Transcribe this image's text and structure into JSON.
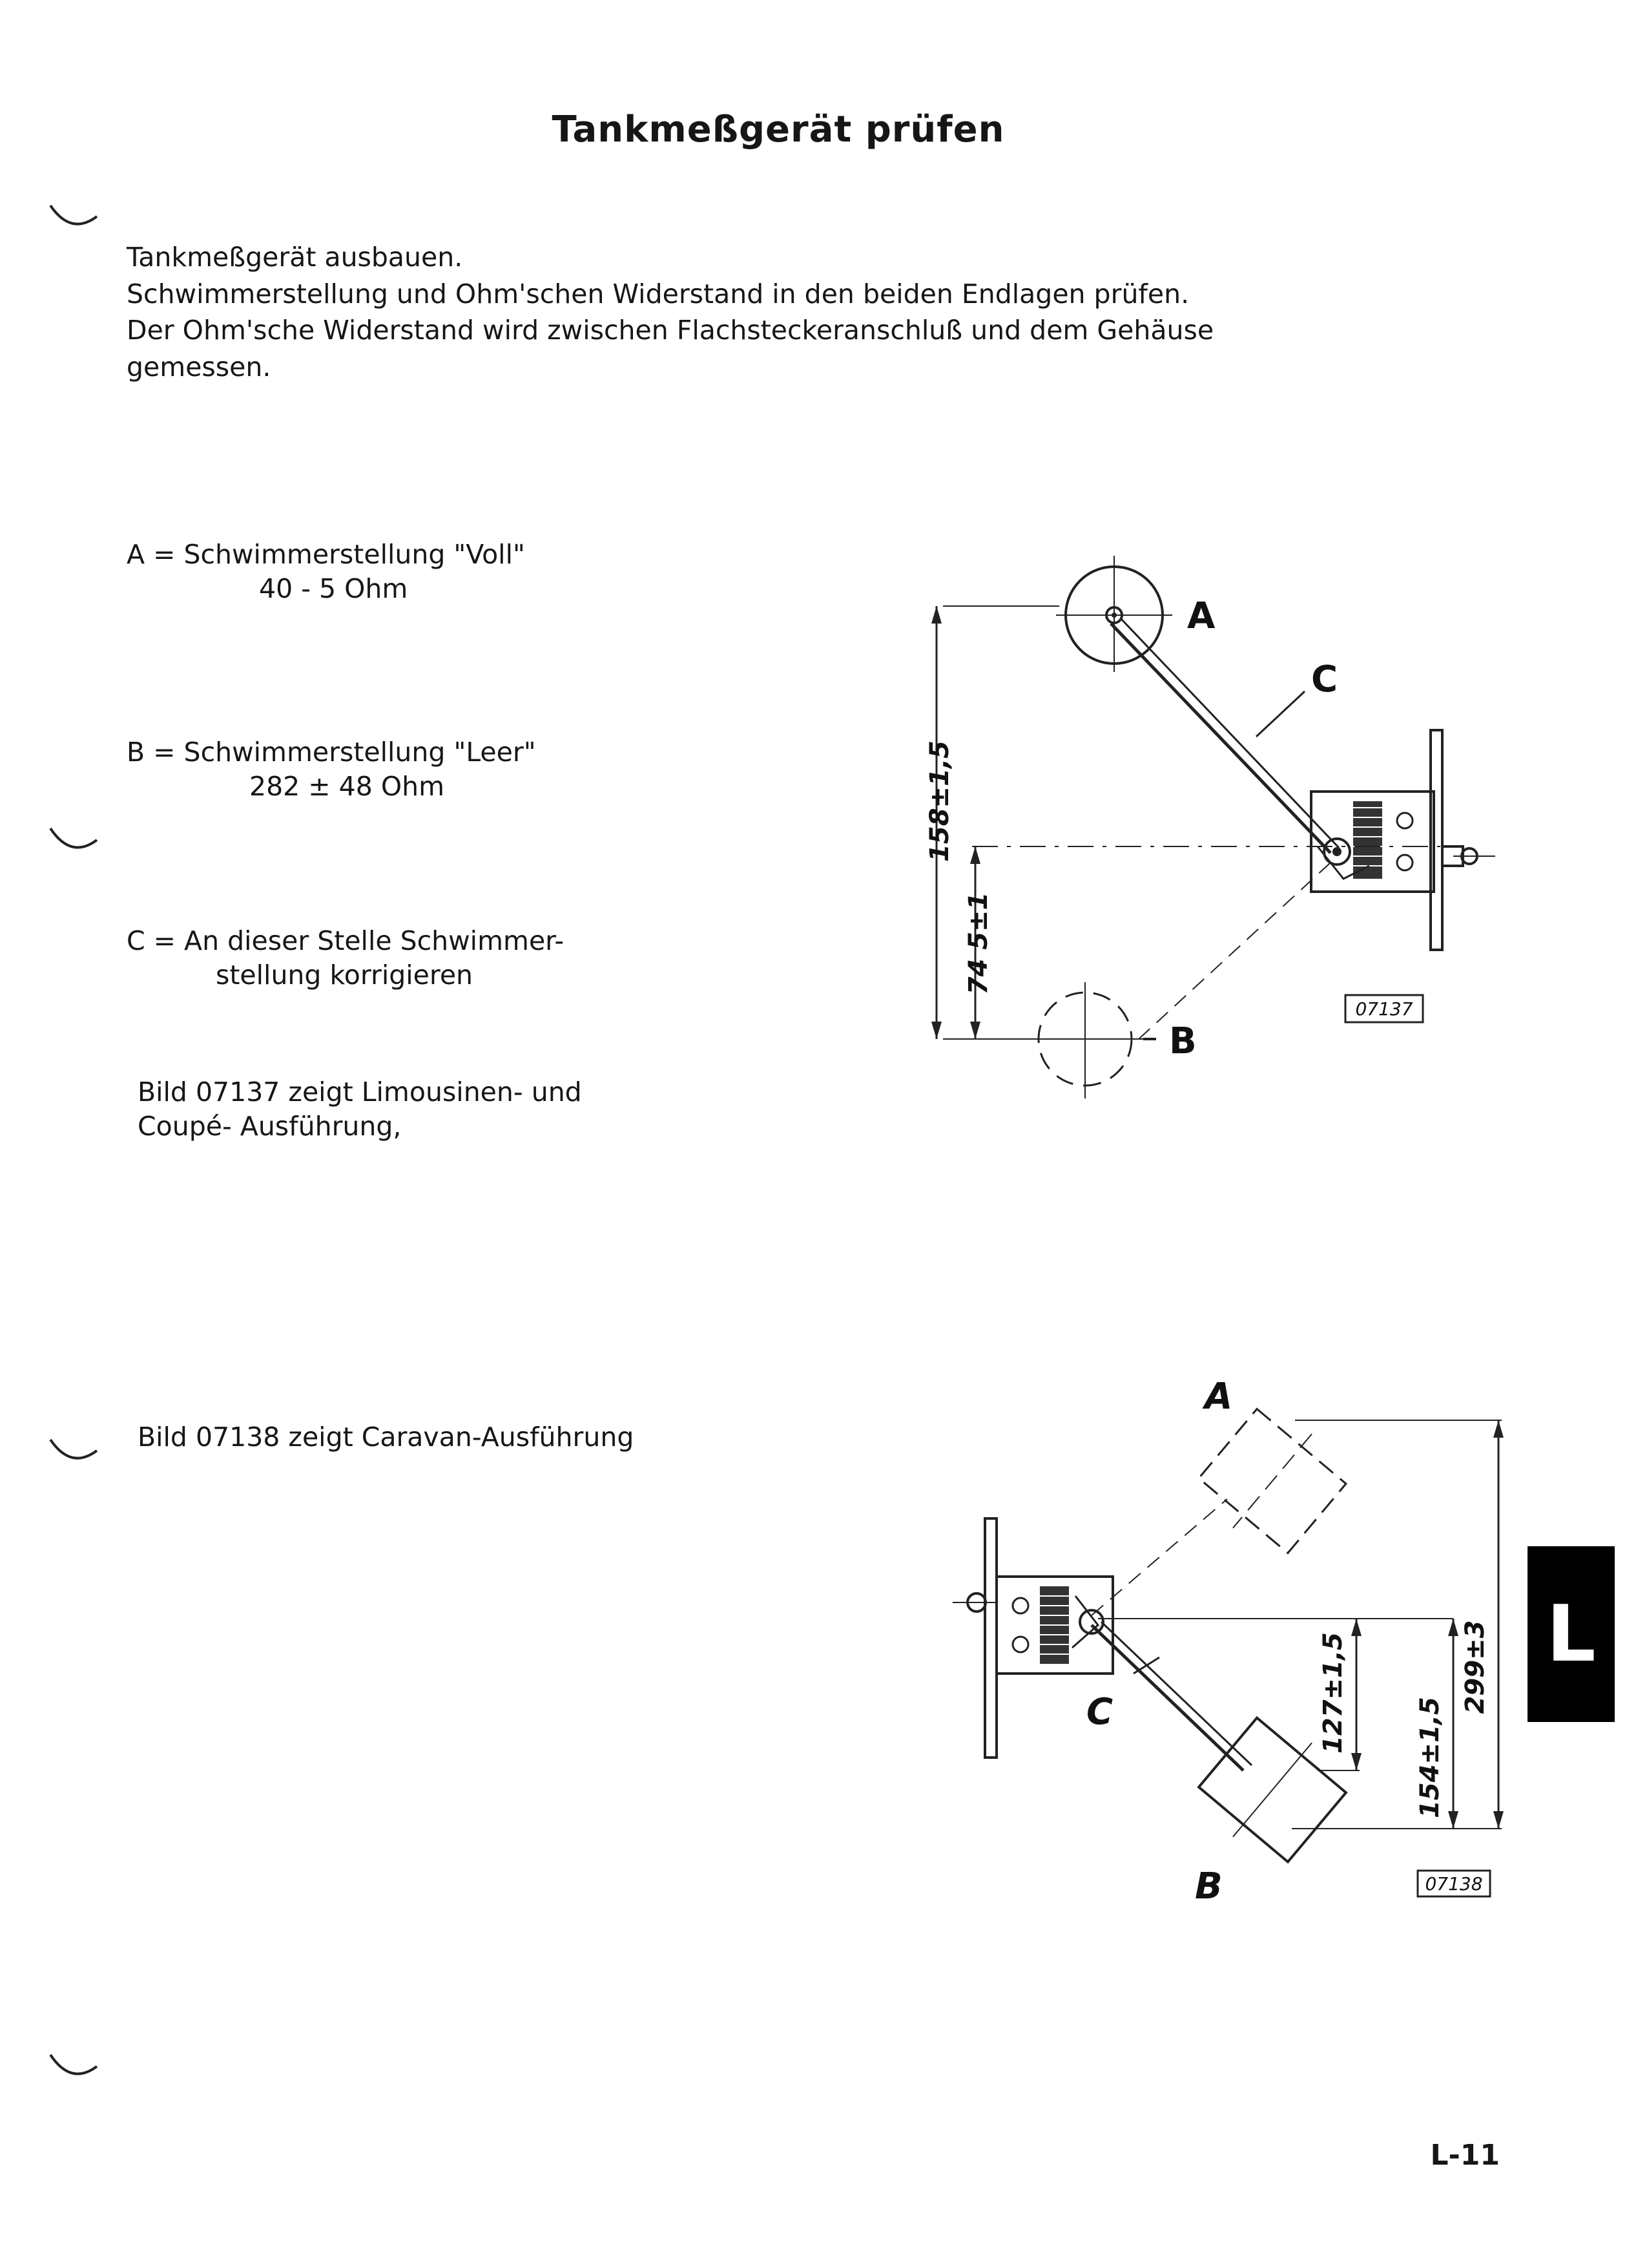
{
  "document": {
    "title": "Tankmeßgerät prüfen",
    "intro": [
      "Tankmeßgerät ausbauen.",
      "Schwimmerstellung und Ohm'schen Widerstand in den beiden Endlagen prüfen.",
      "Der Ohm'sche Widerstand wird zwischen Flachsteckeranschluß und dem Gehäuse",
      "gemessen."
    ],
    "legend": {
      "a_line1": "A = Schwimmerstellung \"Voll\"",
      "a_line2": "40 - 5 Ohm",
      "b_line1": "B = Schwimmerstellung \"Leer\"",
      "b_line2": "282 ± 48 Ohm",
      "c_line1": "C = An dieser Stelle Schwimmer-",
      "c_line2": "stellung korrigieren"
    },
    "caption_1_line1": "Bild 07137 zeigt Limousinen- und",
    "caption_1_line2": "Coupé- Ausführung,",
    "caption_2": "Bild 07138 zeigt Caravan-Ausführung",
    "page_number": "L-11",
    "tab_letter": "L"
  },
  "figure_1": {
    "label_a": "A",
    "label_b": "B",
    "label_c": "C",
    "dim_total": "158±1,5",
    "dim_lower": "74 5±1",
    "figure_id": "07137"
  },
  "figure_2": {
    "label_a": "A",
    "label_b": "B",
    "label_c": "C",
    "dim_total": "299±3",
    "dim_mid": "154±1,5",
    "dim_lower": "127±1,5",
    "figure_id": "07138"
  }
}
